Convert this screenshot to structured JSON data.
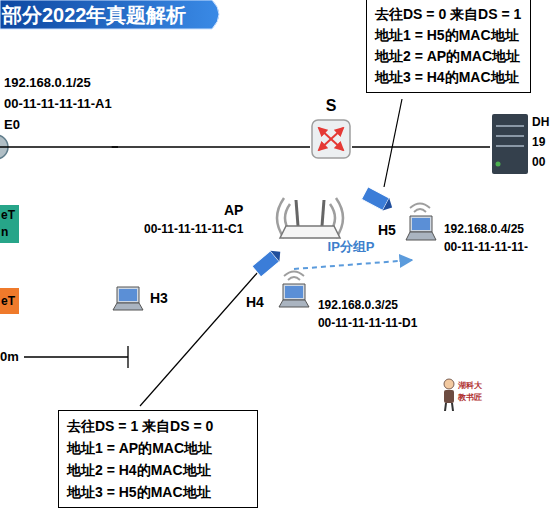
{
  "diagram": {
    "title": "部分2022年真题解析",
    "nodes": [
      {
        "text": [
          "去往DS = 0 来自DS = 1",
          "地址1 = H5的MAC地址",
          "地址2 = AP的MAC地址",
          "地址3 = H4的MAC地址"
        ]
      },
      {
        "text": [
          "192.168.0.1/25",
          "00-11-11-11-11-A1",
          "E0"
        ]
      },
      {
        "text": [
          "S"
        ]
      },
      {
        "text": [
          "DH",
          "19",
          "00"
        ]
      },
      {
        "text": [
          "AP",
          "00-11-11-11-11-C1"
        ]
      },
      {
        "text": [
          "eT",
          "n"
        ]
      },
      {
        "text": [
          "H5",
          "192.168.0.4/25",
          "00-11-11-11-11-"
        ]
      },
      {
        "text": [
          "H4",
          "192.168.0.3/25",
          "00-11-11-11-11-D1"
        ]
      },
      {
        "text": [
          "eT"
        ]
      },
      {
        "text": [
          "H3"
        ]
      },
      {
        "text": [
          "去往DS = 1 来自DS = 0",
          "地址1 = AP的MAC地址",
          "地址2 = H4的MAC地址",
          "地址3 = H5的MAC地址"
        ]
      }
    ],
    "edges": [
      {
        "from": 1,
        "to": 2,
        "arrow": "none"
      },
      {
        "from": 2,
        "to": 3,
        "arrow": "none"
      },
      {
        "from": 7,
        "to": 6,
        "label": "IP分组P",
        "arrow": "to"
      }
    ],
    "labels": [
      "0m",
      "湖科大",
      "教书匠"
    ]
  }
}
